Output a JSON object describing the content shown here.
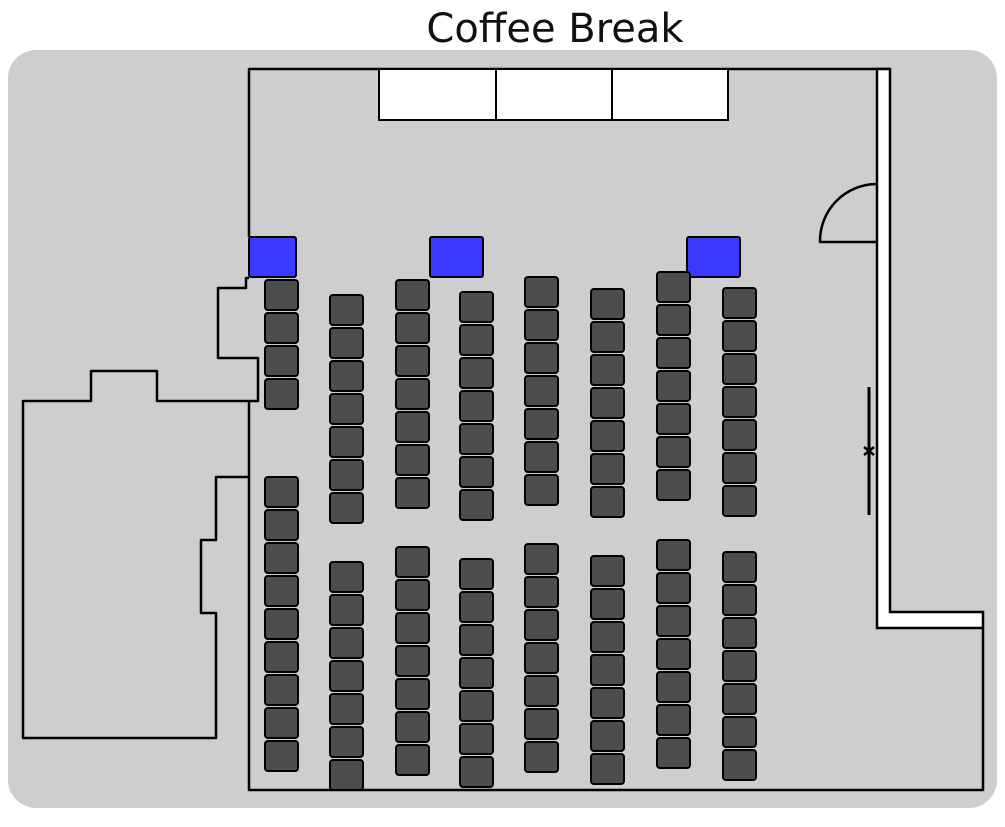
{
  "title": "Coffee Break",
  "colors": {
    "background": "#cecece",
    "seat": "#4d4d4d",
    "table": "#3a3aff",
    "wall": "#000000",
    "counter": "#ffffff"
  },
  "seat_columns": [
    {
      "upper": 4,
      "lower": 9
    },
    {
      "upper": 7,
      "lower": 7
    },
    {
      "upper": 7,
      "lower": 7
    },
    {
      "upper": 7,
      "lower": 7
    },
    {
      "upper": 7,
      "lower": 7
    },
    {
      "upper": 7,
      "lower": 7
    },
    {
      "upper": 7,
      "lower": 7
    },
    {
      "upper": 7,
      "lower": 7
    }
  ],
  "tables": 3
}
